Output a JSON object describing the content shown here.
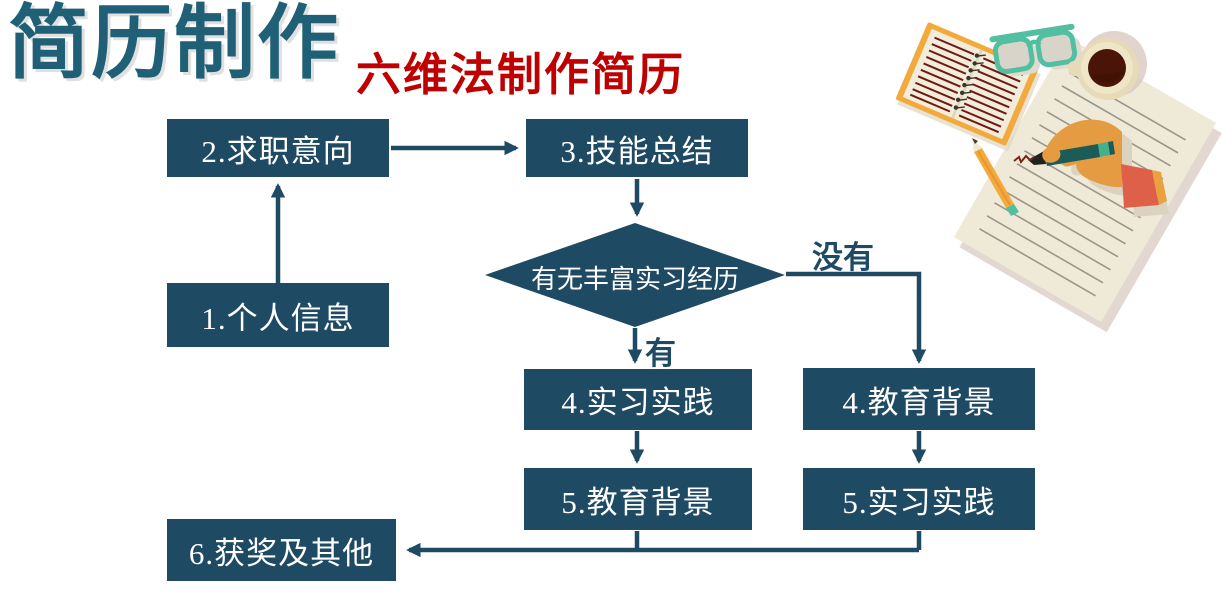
{
  "page": {
    "background_color": "#ffffff",
    "accent_navy": "#1F4A63",
    "accent_teal": "#1F6076",
    "accent_red": "#BE0000"
  },
  "header": {
    "title": "简历制作",
    "subtitle": "六维法制作简历"
  },
  "flowchart": {
    "nodes": [
      {
        "id": "step1",
        "label": "1.个人信息"
      },
      {
        "id": "step2",
        "label": "2.求职意向"
      },
      {
        "id": "step3",
        "label": "3.技能总结"
      },
      {
        "id": "decision",
        "label": "有无丰富实习经历"
      },
      {
        "id": "step4_left",
        "label": "4.实习实践"
      },
      {
        "id": "step5_left",
        "label": "5.教育背景"
      },
      {
        "id": "step4_right",
        "label": "4.教育背景"
      },
      {
        "id": "step5_right",
        "label": "5.实习实践"
      },
      {
        "id": "step6",
        "label": "6.获奖及其他"
      }
    ],
    "branch_labels": {
      "yes": "有",
      "no": "没有"
    }
  },
  "illustration": {
    "parts": [
      "notebook-icon",
      "glasses-icon",
      "coffee-cup-icon",
      "paper-icon",
      "pencil-icon",
      "pen-icon",
      "writing-hand-icon"
    ],
    "colors": {
      "notebook_cover": "#F3AA3D",
      "page_cream": "#EFE9D7",
      "line_maroon": "#6E1A14",
      "glasses_teal": "#52BFA1",
      "coffee_brown": "#4A1408",
      "hand_orange": "#E59B41",
      "sleeve_red": "#DE6049",
      "pen_teal": "#1B5B58"
    }
  }
}
